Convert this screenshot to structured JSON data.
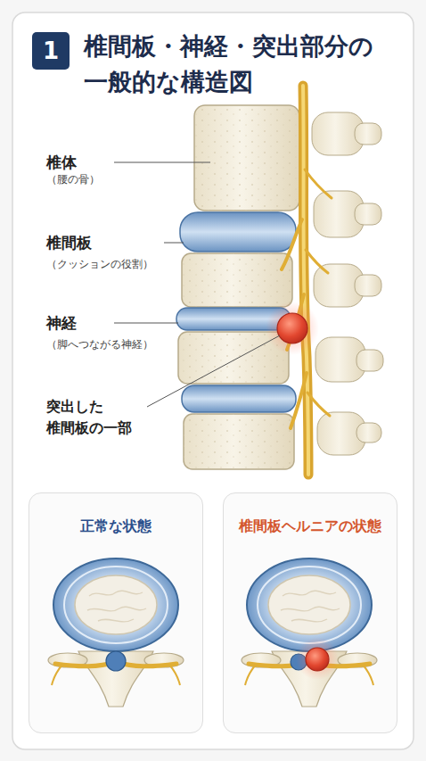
{
  "diagram": {
    "title": "椎間板・神経・突出部分の 一般的な構造図",
    "nodes": [
      {
        "text": [
          "正常な状態"
        ]
      },
      {
        "text": [
          "椎間板ヘルニアの状態"
        ]
      }
    ],
    "labels": [
      "1",
      "椎体",
      "（腰の骨）",
      "椎間板",
      "（クッションの役割）",
      "神経",
      "（脚へつながる神経）",
      "突出した 椎間板の一部"
    ]
  }
}
